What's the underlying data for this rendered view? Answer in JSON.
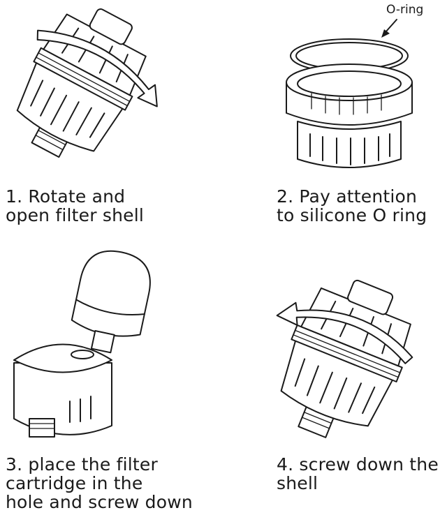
{
  "steps": [
    {
      "lines": [
        "1. Rotate and",
        "open filter shell"
      ]
    },
    {
      "lines": [
        "2. Pay attention",
        "to silicone O ring"
      ],
      "callout": "O-ring"
    },
    {
      "lines": [
        "3. place the filter",
        "cartridge in the",
        "hole and screw down"
      ]
    },
    {
      "lines": [
        "4. screw down the",
        "shell"
      ]
    }
  ],
  "icons": [
    "filter-rotate-open",
    "o-ring-shell",
    "cartridge-insert",
    "filter-screw-down"
  ]
}
